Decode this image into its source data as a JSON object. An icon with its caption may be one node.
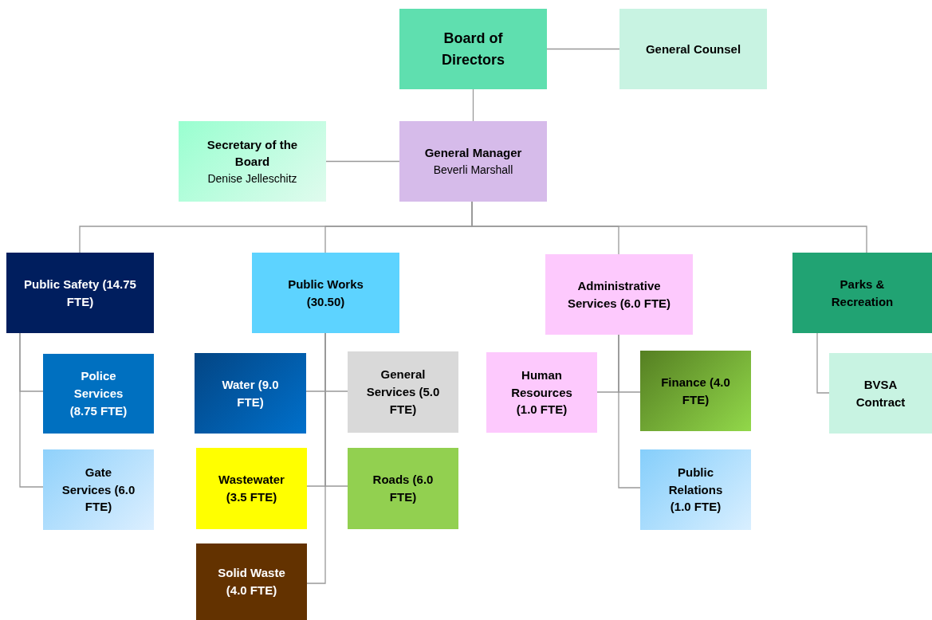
{
  "diagram": {
    "nodes": [
      {
        "text": [
          "Board of Directors"
        ]
      },
      {
        "text": [
          "General Counsel"
        ]
      },
      {
        "text": [
          "Secretary of the Board",
          "Denise Jelleschitz"
        ]
      },
      {
        "text": [
          "General Manager",
          "Beverli Marshall"
        ]
      },
      {
        "text": [
          "Public Safety (14.75 FTE)"
        ]
      },
      {
        "text": [
          "Public Works (30.50)"
        ]
      },
      {
        "text": [
          "Administrative Services (6.0 FTE)"
        ]
      },
      {
        "text": [
          "Parks & Recreation"
        ]
      },
      {
        "text": [
          "Police Services (8.75 FTE)"
        ]
      },
      {
        "text": [
          "Gate Services (6.0 FTE)"
        ]
      },
      {
        "text": [
          "Water (9.0 FTE)"
        ]
      },
      {
        "text": [
          "General Services (5.0 FTE)"
        ]
      },
      {
        "text": [
          "Wastewater (3.5 FTE)"
        ]
      },
      {
        "text": [
          "Roads (6.0 FTE)"
        ]
      },
      {
        "text": [
          "Solid Waste (4.0 FTE)"
        ]
      },
      {
        "text": [
          "Human Resources (1.0 FTE)"
        ]
      },
      {
        "text": [
          "Finance (4.0 FTE)"
        ]
      },
      {
        "text": [
          "Public Relations (1.0 FTE)"
        ]
      },
      {
        "text": [
          "BVSA Contract"
        ]
      }
    ],
    "edges": [
      {
        "from": 0,
        "to": 1,
        "arrow": "none"
      },
      {
        "from": 0,
        "to": 3,
        "arrow": "none"
      },
      {
        "from": 3,
        "to": 2,
        "arrow": "none"
      },
      {
        "from": 3,
        "to": 4,
        "arrow": "none"
      },
      {
        "from": 3,
        "to": 5,
        "arrow": "none"
      },
      {
        "from": 3,
        "to": 6,
        "arrow": "none"
      },
      {
        "from": 3,
        "to": 7,
        "arrow": "none"
      },
      {
        "from": 4,
        "to": 8,
        "arrow": "none"
      },
      {
        "from": 4,
        "to": 9,
        "arrow": "none"
      },
      {
        "from": 5,
        "to": 10,
        "arrow": "none"
      },
      {
        "from": 5,
        "to": 11,
        "arrow": "none"
      },
      {
        "from": 5,
        "to": 12,
        "arrow": "none"
      },
      {
        "from": 5,
        "to": 13,
        "arrow": "none"
      },
      {
        "from": 5,
        "to": 14,
        "arrow": "none"
      },
      {
        "from": 6,
        "to": 15,
        "arrow": "none"
      },
      {
        "from": 6,
        "to": 16,
        "arrow": "none"
      },
      {
        "from": 6,
        "to": 17,
        "arrow": "none"
      },
      {
        "from": 7,
        "to": 18,
        "arrow": "none"
      }
    ]
  }
}
